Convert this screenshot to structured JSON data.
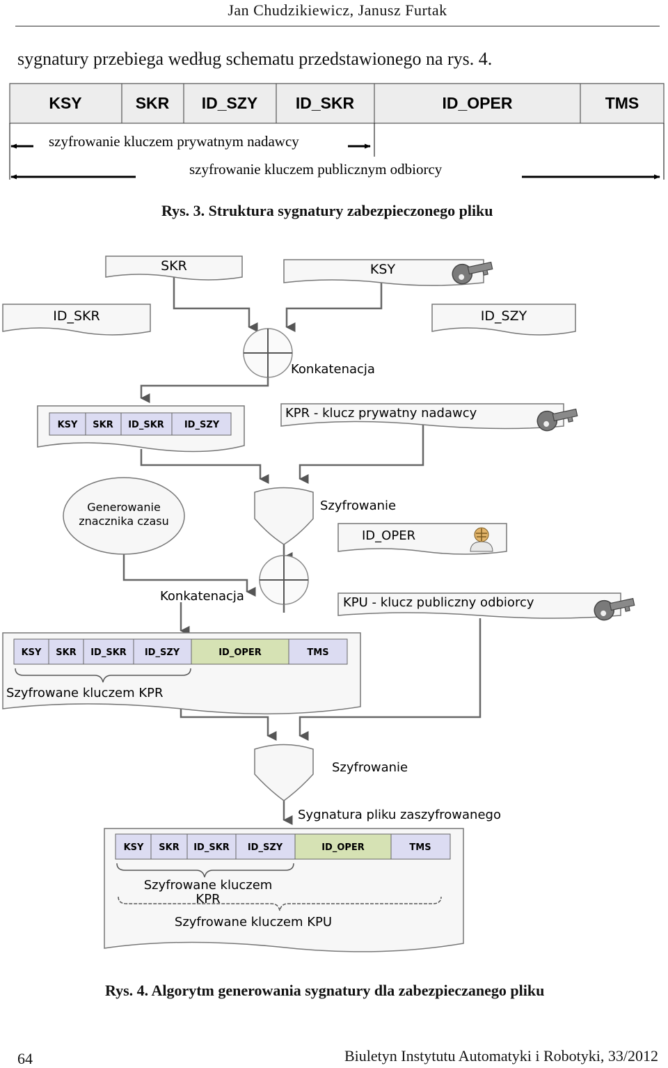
{
  "header": {
    "authors": "Jan Chudzikiewicz, Janusz Furtak"
  },
  "intro_text": "sygnatury przebiega według schematu przedstawionego na rys. 4.",
  "fig3": {
    "fields": [
      "KSY",
      "SKR",
      "ID_SZY",
      "ID_SKR",
      "ID_OPER",
      "TMS"
    ],
    "private_label": "szyfrowanie kluczem prywatnym nadawcy",
    "public_label": "szyfrowanie kluczem publicznym odbiorcy",
    "caption": "Rys. 3. Struktura sygnatury zabezpieczonego pliku"
  },
  "fig4": {
    "doc_skr": "SKR",
    "doc_ksy": "KSY",
    "doc_id_skr": "ID_SKR",
    "doc_id_szy": "ID_SZY",
    "concat1": "Konkatenacja",
    "row1_fields": [
      "KSY",
      "SKR",
      "ID_SKR",
      "ID_SZY"
    ],
    "kpr_label": "KPR - klucz prywatny nadawcy",
    "gen_line1": "Generowanie",
    "gen_line2": "znacznika czasu",
    "encrypt1": "Szyfrowanie",
    "id_oper": "ID_OPER",
    "concat2": "Konkatenacja",
    "kpu_label": "KPU - klucz publiczny odbiorcy",
    "row2_fields": [
      "KSY",
      "SKR",
      "ID_SKR",
      "ID_SZY",
      "ID_OPER",
      "TMS"
    ],
    "row2_brace": "Szyfrowane kluczem KPR",
    "encrypt2": "Szyfrowanie",
    "signature_label": "Sygnatura pliku zaszyfrowanego",
    "row3_fields": [
      "KSY",
      "SKR",
      "ID_SKR",
      "ID_SZY",
      "ID_OPER",
      "TMS"
    ],
    "row3_brace1_line1": "Szyfrowane kluczem",
    "row3_brace1_line2": "KPR",
    "row3_brace2": "Szyfrowane kluczem KPU",
    "caption": "Rys. 4. Algorytm generowania sygnatury dla zabezpieczanego pliku",
    "colors": {
      "field_fill": "#dcdcf2",
      "field_green": "#d6e2b4",
      "doc_fill": "#f7f7f7"
    }
  },
  "footer": {
    "page_number": "64",
    "journal": "Biuletyn Instytutu Automatyki i Robotyki, 33/2012"
  }
}
